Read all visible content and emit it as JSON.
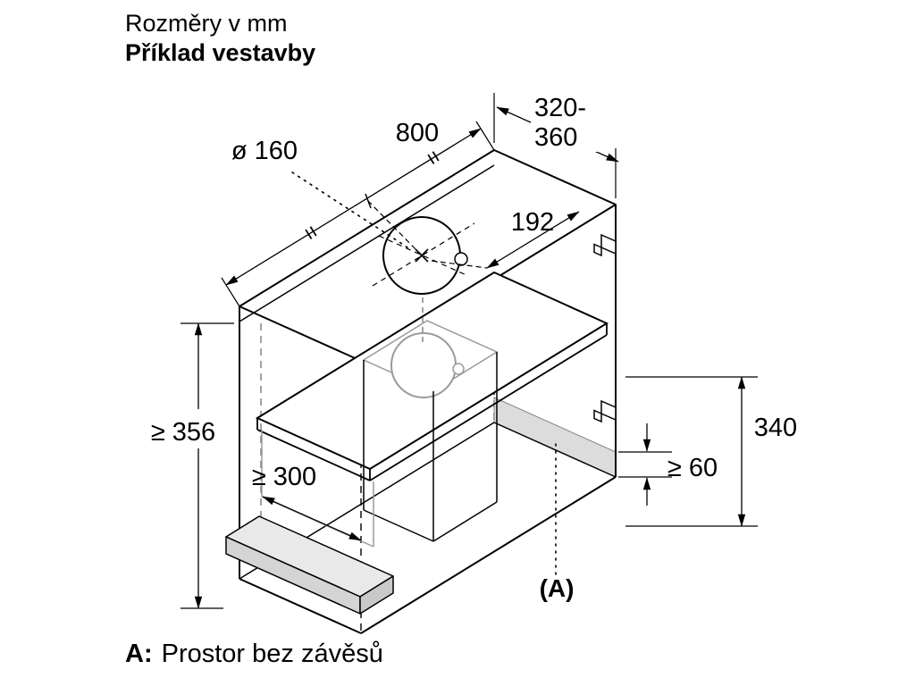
{
  "title": {
    "line1": "Rozměry v mm",
    "line2": "Příklad vestavby"
  },
  "dimensions": {
    "hole_diameter": "ø 160",
    "niche_width": "800",
    "depth_range_line1": "320-",
    "depth_range_line2": "360",
    "hole_offset": "192",
    "min_niche_height": "≥ 356",
    "min_front_clearance": "≥ 300",
    "hood_height": "340",
    "min_bottom_gap": "≥ 60",
    "space_label": "(A)",
    "equal_mark": "="
  },
  "footnote": {
    "label": "A:",
    "text": "Prostor bez závěsů"
  },
  "colors": {
    "line": "#000000",
    "secondary": "#9a9a9a",
    "shade_light": "#e9e9e9",
    "shade_mid": "#d4d4d4",
    "shade_strip": "#dcdcdc"
  }
}
